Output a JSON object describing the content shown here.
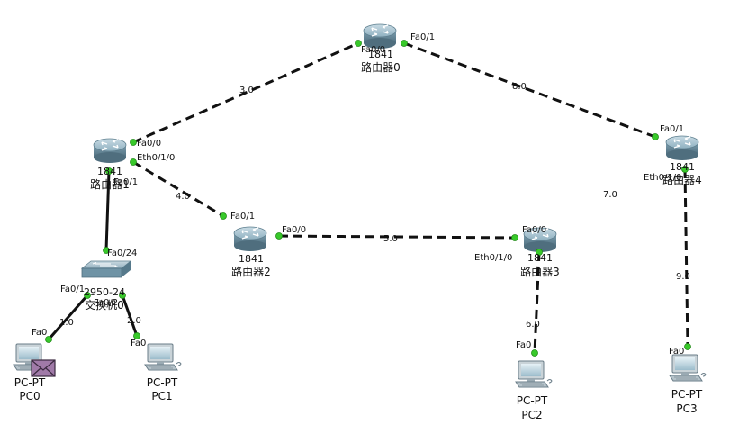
{
  "devices": {
    "router0": {
      "model": "1841",
      "name": "路由器0"
    },
    "router1": {
      "model": "1841",
      "name": "路由器1"
    },
    "router2": {
      "model": "1841",
      "name": "路由器2"
    },
    "router3": {
      "model": "1841",
      "name": "路由器3"
    },
    "router4": {
      "model": "1841",
      "name": "路由器4"
    },
    "switch0": {
      "model": "2950-24",
      "name": "交换机0"
    },
    "pc0": {
      "model": "PC-PT",
      "name": "PC0"
    },
    "pc1": {
      "model": "PC-PT",
      "name": "PC1"
    },
    "pc2": {
      "model": "PC-PT",
      "name": "PC2"
    },
    "pc3": {
      "model": "PC-PT",
      "name": "PC3"
    }
  },
  "ports": {
    "r0_fa00": "Fa0/0",
    "r0_fa01": "Fa0/1",
    "r1_fa00": "Fa0/0",
    "r1_eth010": "Eth0/1/0",
    "r1_fa01": "Fa0/1",
    "r2_fa01": "Fa0/1",
    "r2_fa00": "Fa0/0",
    "r3_fa00": "Fa0/0",
    "r3_eth010": "Eth0/1/0",
    "r4_fa01": "Fa0/1",
    "r4_eth010": "Eth0/1/0",
    "sw_fa024": "Fa0/24",
    "sw_fa01": "Fa0/1",
    "sw_fa02": "Fa0/2",
    "pc0_fa0": "Fa0",
    "pc1_fa0": "Fa0",
    "pc2_fa0": "Fa0",
    "pc3_fa0": "Fa0"
  },
  "networks": {
    "n1": "1.0",
    "n2": "2.0",
    "n3": "3.0",
    "n4": "4.0",
    "n5": "5.0",
    "n6": "6.0",
    "n7": "7.0",
    "n8": "8.0",
    "n9": "9.0"
  },
  "colors": {
    "link_up": "#38c92a",
    "router_body": "#7d9fb0",
    "envelope": "#a07aa8"
  },
  "icons": {
    "router": "router-icon",
    "switch": "switch-icon",
    "pc": "pc-icon",
    "pdu": "envelope-icon"
  }
}
